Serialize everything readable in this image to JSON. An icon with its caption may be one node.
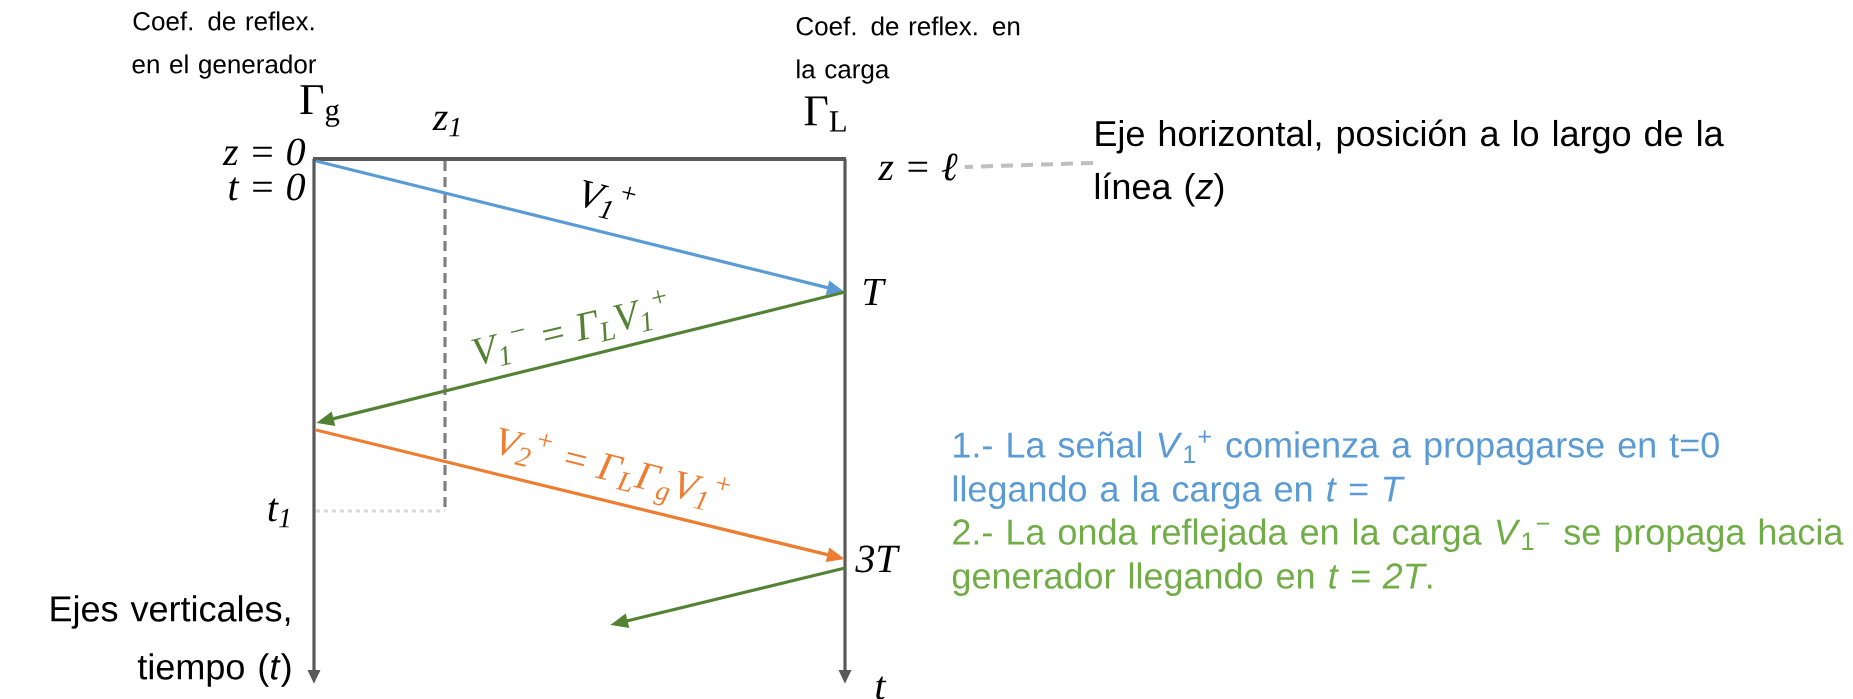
{
  "diagram": {
    "nodes": [
      {
        "text": [
          "z = 0",
          "t = 0"
        ]
      },
      {
        "text": [
          "z = ℓ"
        ]
      },
      {
        "text": [
          "Eje horizontal, posición a lo largo de la línea (*z*)"
        ]
      },
      {
        "text": [
          "T"
        ]
      },
      {
        "text": [
          "3T"
        ]
      }
    ],
    "edges": [
      {
        "from": 0,
        "to": 3,
        "arrow": "to",
        "color": "#5b9bd5",
        "label": "V$_{1}$$^{+}$"
      },
      {
        "from": 3,
        "to": null,
        "arrow": "to",
        "color": "#548235",
        "label": "V$_{1}$$^{−}$ = Γ$_{L}$V$_{1}$$^{+}$"
      },
      {
        "from": null,
        "to": 4,
        "arrow": "to",
        "color": "#ed7d31",
        "label": "V$_{2}$$^{+}$ = Γ$_{L}$Γ$_{g}$V$_{1}$$^{+}$"
      },
      {
        "from": 4,
        "to": null,
        "arrow": "to",
        "color": "#548235"
      },
      {
        "from": 2,
        "to": 1,
        "arrow": "none",
        "style": "dashed",
        "color": "#bfbfbf"
      }
    ],
    "labels": [
      "Coef. de reflex. en el generador",
      "Coef. de reflex. en la carga",
      "Γ$_{g}$",
      "z$_{1}$",
      "Γ$_{L}$",
      "t$_{1}$",
      "Ejes verticales, tiempo (*t*)",
      "t",
      "1.- La señal *V*$_{1}$$^{+}$ comienza a propagarse en t=0 llegando a la carga en *t = T*",
      "2.- La onda reflejada en la carga *V*$_{1}$$^{−}$ se propaga hacia generador llegando en *t = 2T*."
    ]
  }
}
